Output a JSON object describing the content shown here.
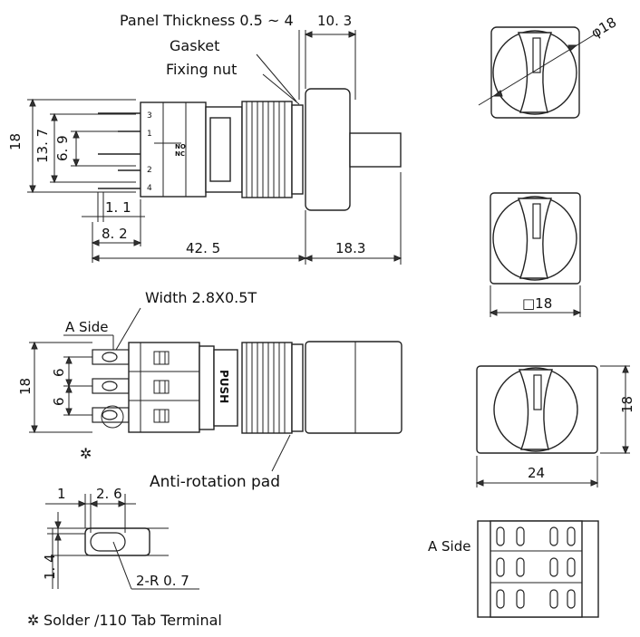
{
  "labels": {
    "panel_thickness": "Panel Thickness 0.5 ~ 4",
    "gasket": "Gasket",
    "fixing_nut": "Fixing nut",
    "width": "Width 2.8X0.5T",
    "a_side": "A Side",
    "anti_rotation": "Anti-rotation pad",
    "solder_note": "Solder /110 Tab Terminal",
    "asterisk": "✲",
    "push": "PUSH",
    "a_side_bottom": "A Side",
    "contact_no": "NO",
    "contact_nc": "NC"
  },
  "dims": {
    "d10_3": "10. 3",
    "d18_left": "18",
    "d13_7": "13. 7",
    "d6_9": "6. 9",
    "d1_1": "1. 1",
    "d8_2": "8. 2",
    "d42_5": "42. 5",
    "d18_3": "18.3",
    "phi18": "φ18",
    "sq18": "□18",
    "d18_mid": "18",
    "d6_a": "6",
    "d6_b": "6",
    "d18_right": "18",
    "d24": "24",
    "d1": "1",
    "d2_6": "2. 6",
    "d1_4": "1. 4",
    "d2_r0_7": "2-R 0. 7"
  }
}
